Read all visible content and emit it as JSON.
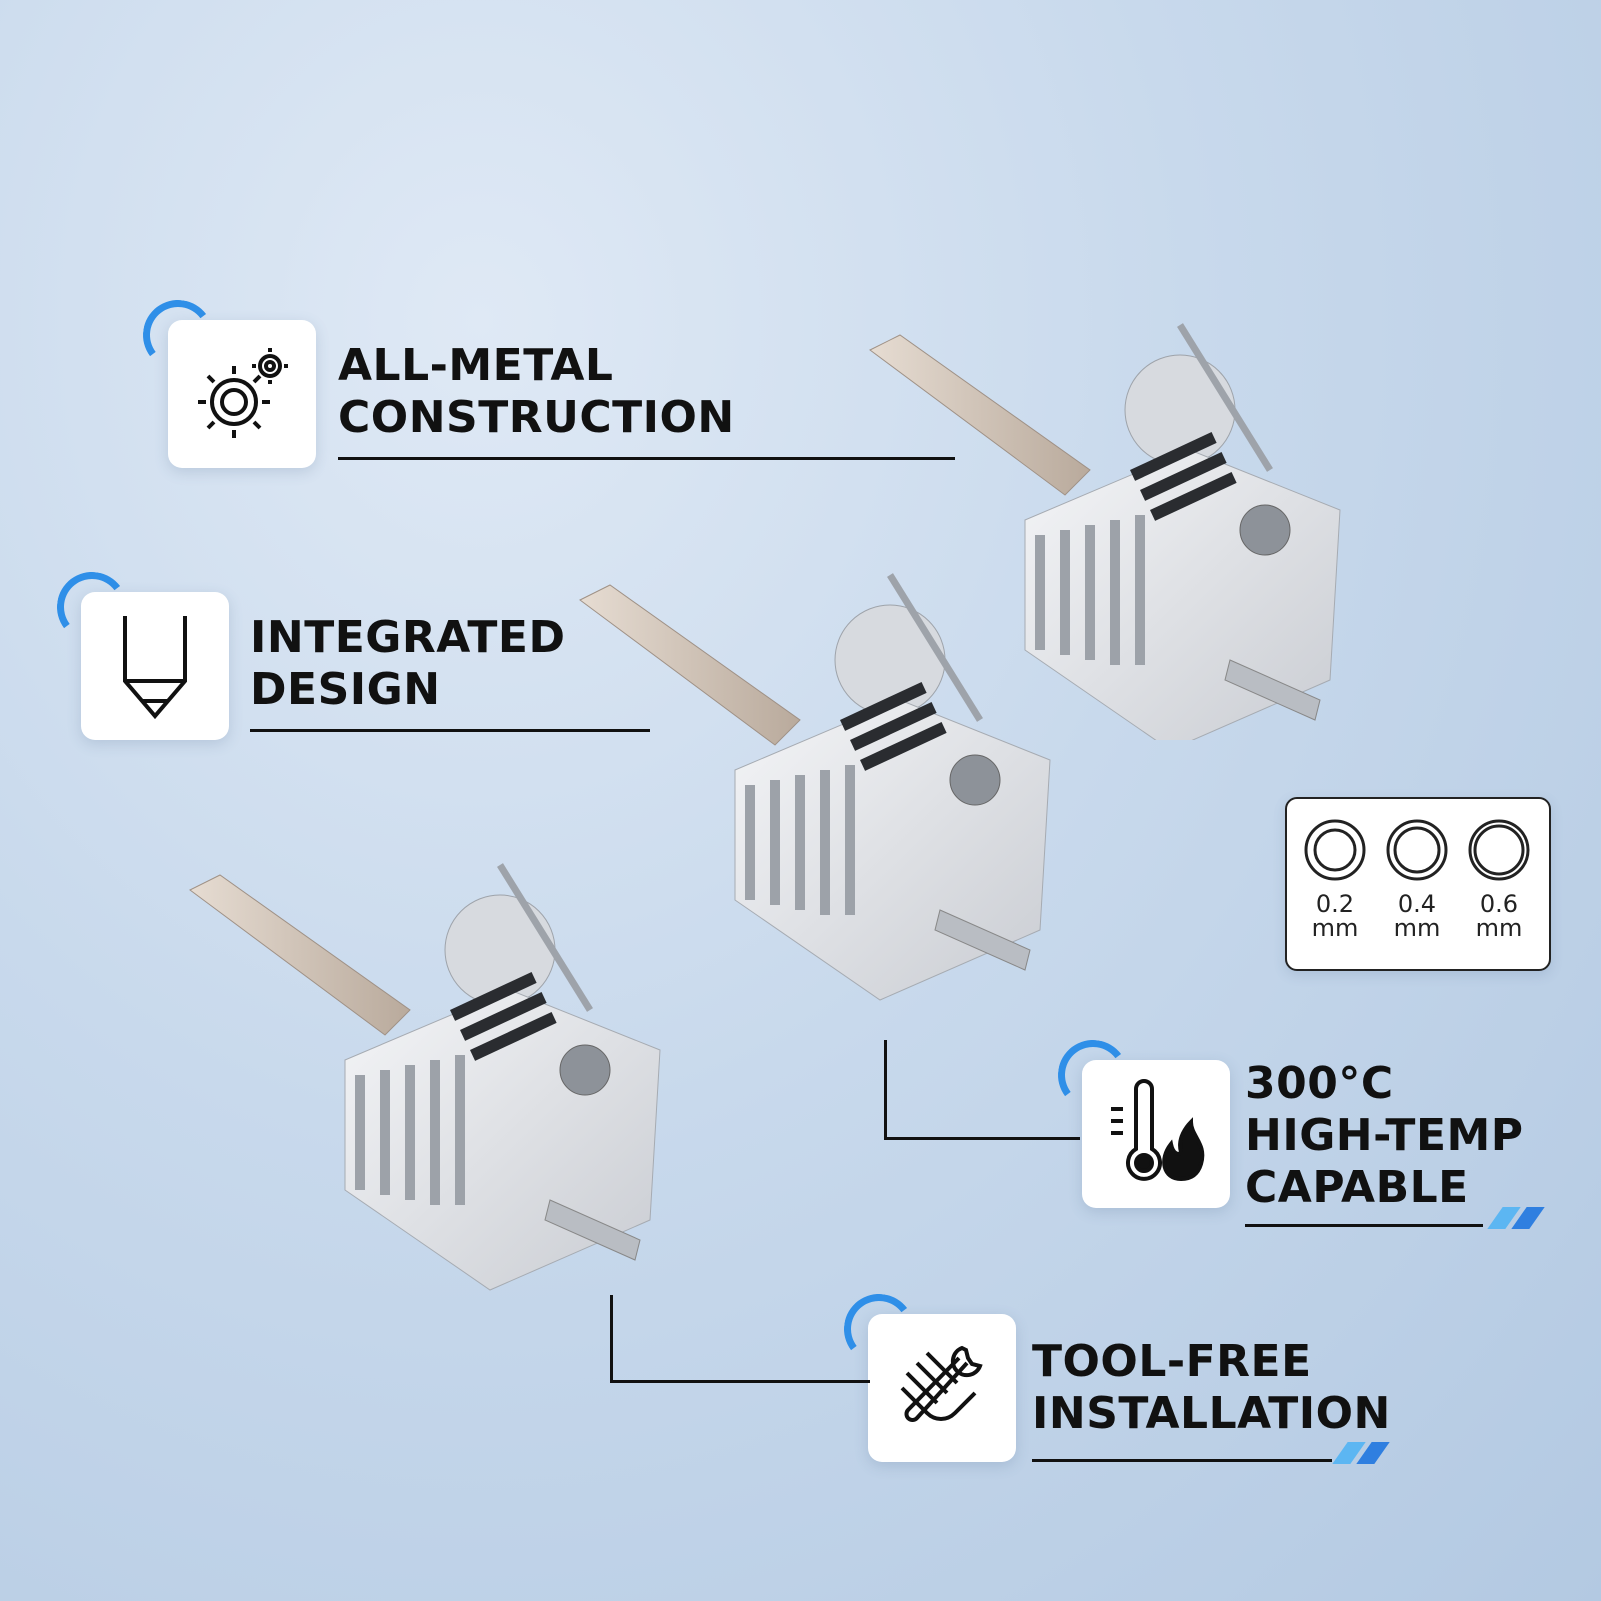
{
  "accent_color": "#2f8fe8",
  "features": [
    {
      "icon": "gears-icon",
      "lines": [
        "ALL-METAL",
        "CONSTRUCTION"
      ]
    },
    {
      "icon": "nozzle-pen-icon",
      "lines": [
        "INTEGRATED",
        "DESIGN"
      ]
    },
    {
      "icon": "thermometer-flame-icon",
      "lines": [
        "300°C",
        "HIGH-TEMP",
        "CAPABLE"
      ]
    },
    {
      "icon": "hand-wrench-icon",
      "lines": [
        "TOOL-FREE",
        "INSTALLATION"
      ]
    }
  ],
  "nozzle_sizes": [
    {
      "value": "0.2",
      "unit": "mm"
    },
    {
      "value": "0.4",
      "unit": "mm"
    },
    {
      "value": "0.6",
      "unit": "mm"
    }
  ]
}
